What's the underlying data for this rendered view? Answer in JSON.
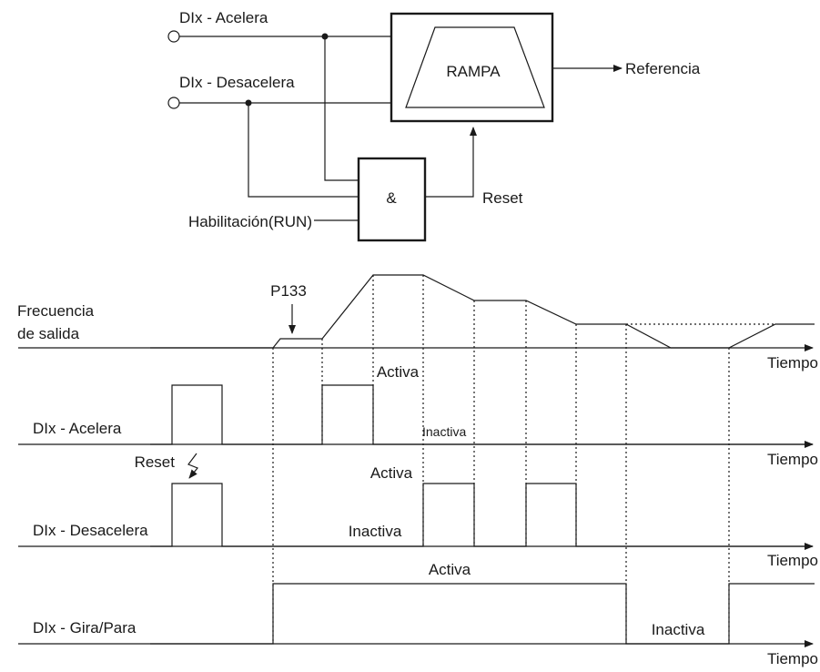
{
  "block_diagram": {
    "input_accelerate": "DIx - Acelera",
    "input_decelerate": "DIx - Desacelera",
    "input_enable": "Habilitación(RUN)",
    "ramp_block": "RAMPA",
    "and_gate": "&",
    "output": "Referencia",
    "reset": "Reset"
  },
  "timing": {
    "freq_label_line1": "Frecuencia",
    "freq_label_line2": "de salida",
    "p133": "P133",
    "time_axis_label": "Tiempo",
    "acelera_label": "DIx - Acelera",
    "acelera_active": "Activa",
    "acelera_inactive": "Inactiva",
    "desacelera_reset": "Reset",
    "desacelera_active": "Activa",
    "desacelera_label": "DIx - Desacelera",
    "desacelera_inactive": "Inactiva",
    "gira_active": "Activa",
    "gira_label": "DIx - Gira/Para",
    "gira_inactive": "Inactiva"
  },
  "colors": {
    "line": "#1a1a1a",
    "background": "#ffffff"
  }
}
